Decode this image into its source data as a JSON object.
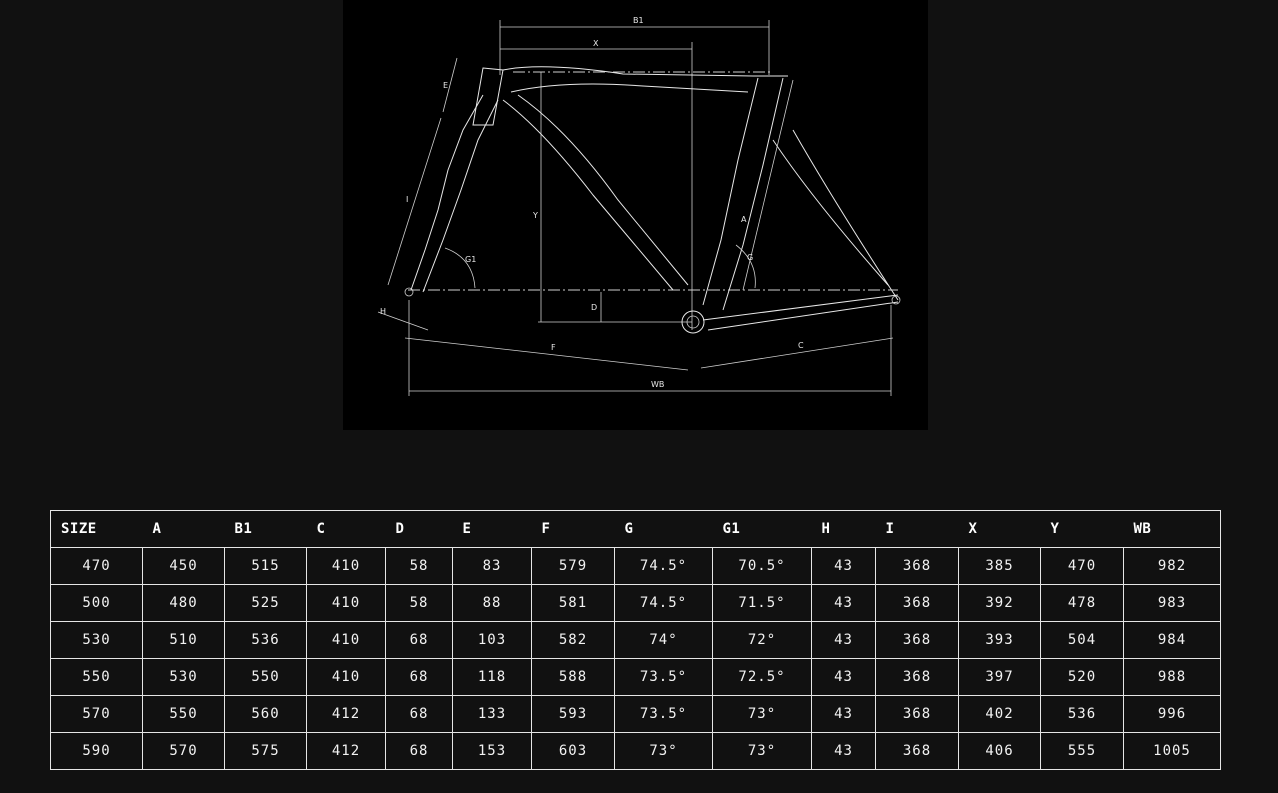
{
  "diagram": {
    "labels": {
      "b1": "B1",
      "x": "X",
      "e": "E",
      "i": "I",
      "y": "Y",
      "a": "A",
      "g": "G",
      "g1": "G1",
      "d": "D",
      "h": "H",
      "f": "F",
      "c": "C",
      "wb": "WB"
    }
  },
  "table": {
    "headers": [
      "SIZE",
      "A",
      "B1",
      "C",
      "D",
      "E",
      "F",
      "G",
      "G1",
      "H",
      "I",
      "X",
      "Y",
      "WB"
    ],
    "rows": [
      [
        "470",
        "450",
        "515",
        "410",
        "58",
        "83",
        "579",
        "74.5°",
        "70.5°",
        "43",
        "368",
        "385",
        "470",
        "982"
      ],
      [
        "500",
        "480",
        "525",
        "410",
        "58",
        "88",
        "581",
        "74.5°",
        "71.5°",
        "43",
        "368",
        "392",
        "478",
        "983"
      ],
      [
        "530",
        "510",
        "536",
        "410",
        "68",
        "103",
        "582",
        "74°",
        "72°",
        "43",
        "368",
        "393",
        "504",
        "984"
      ],
      [
        "550",
        "530",
        "550",
        "410",
        "68",
        "118",
        "588",
        "73.5°",
        "72.5°",
        "43",
        "368",
        "397",
        "520",
        "988"
      ],
      [
        "570",
        "550",
        "560",
        "412",
        "68",
        "133",
        "593",
        "73.5°",
        "73°",
        "43",
        "368",
        "402",
        "536",
        "996"
      ],
      [
        "590",
        "570",
        "575",
        "412",
        "68",
        "153",
        "603",
        "73°",
        "73°",
        "43",
        "368",
        "406",
        "555",
        "1005"
      ]
    ]
  }
}
